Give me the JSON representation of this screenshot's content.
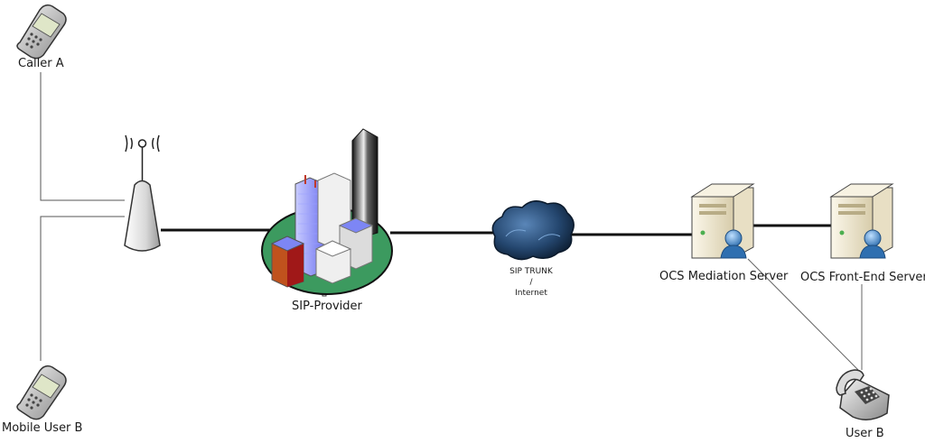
{
  "nodes": {
    "caller_a": "Caller A",
    "mobile_user_b": "Mobile User B",
    "sip_provider": "SIP-Provider",
    "sip_trunk": "SIP TRUNK",
    "sip_trunk_sep": "/",
    "internet": "Internet",
    "mediation_server": "OCS Mediation Server",
    "frontend_server": "OCS Front-End Server",
    "user_b": "User B"
  },
  "icons": {
    "caller_a": "mobile-phone-icon",
    "mobile_user_b": "mobile-phone-icon",
    "antenna": "cell-tower-icon",
    "sip_provider": "office-buildings-icon",
    "cloud": "cloud-icon",
    "mediation_server": "server-user-icon",
    "frontend_server": "server-user-icon",
    "user_b": "desk-phone-icon"
  },
  "colors": {
    "connector": "#111111",
    "thin_connector": "#555555",
    "building_base": "#3c9a5f",
    "cloud": "#1e3a5f",
    "server": "#f2ead6"
  }
}
